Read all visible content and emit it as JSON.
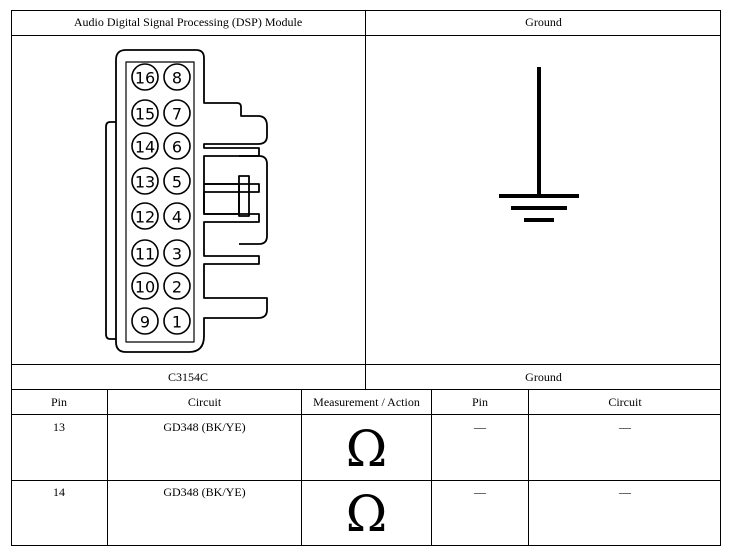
{
  "header": {
    "left_title": "Audio Digital Signal Processing (DSP) Module",
    "right_title": "Ground"
  },
  "connector": {
    "id": "C3154C",
    "pins_left": [
      "16",
      "15",
      "14",
      "13",
      "12",
      "11",
      "10",
      "9"
    ],
    "pins_right": [
      "8",
      "7",
      "6",
      "5",
      "4",
      "3",
      "2",
      "1"
    ]
  },
  "ground": {
    "label": "Ground",
    "icon": "ground-symbol-icon"
  },
  "table": {
    "headers": [
      "Pin",
      "Circuit",
      "Measurement / Action",
      "Pin",
      "Circuit"
    ],
    "rows": [
      {
        "pin": "13",
        "circuit": "GD348 (BK/YE)",
        "action": "Ω",
        "pin2": "—",
        "circuit2": "—"
      },
      {
        "pin": "14",
        "circuit": "GD348 (BK/YE)",
        "action": "Ω",
        "pin2": "—",
        "circuit2": "—"
      }
    ]
  }
}
